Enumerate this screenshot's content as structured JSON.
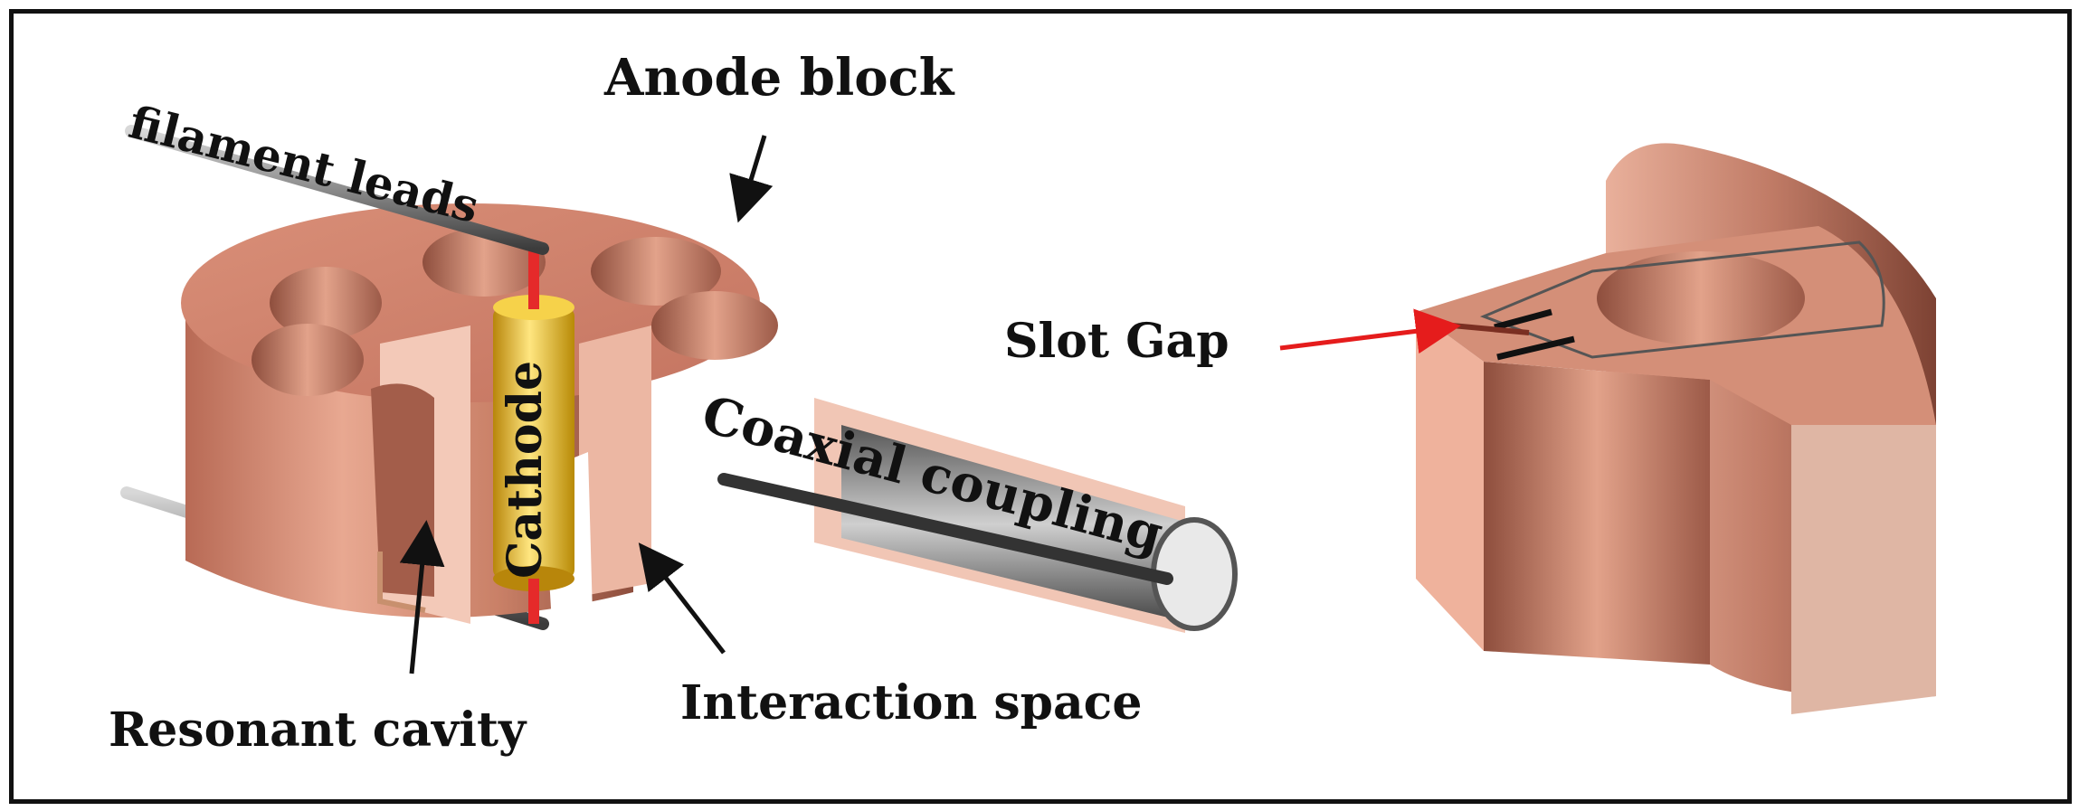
{
  "labels": {
    "anode_block": "Anode block",
    "filament_leads": "filament leads",
    "cathode": "Cathode",
    "coaxial_coupling": "Coaxial coupling",
    "resonant_cavity": "Resonant cavity",
    "interaction_space": "Interaction space",
    "slot_gap": "Slot Gap"
  },
  "colors": {
    "copper_light": "#e7a98f",
    "copper_mid": "#c98067",
    "copper_dark": "#8e4e3d",
    "cathode_gold": "#e8b816",
    "filament_red": "#e52a2a",
    "lead_gray": "#6f6f6f",
    "arrow_red": "#e51c1c"
  }
}
